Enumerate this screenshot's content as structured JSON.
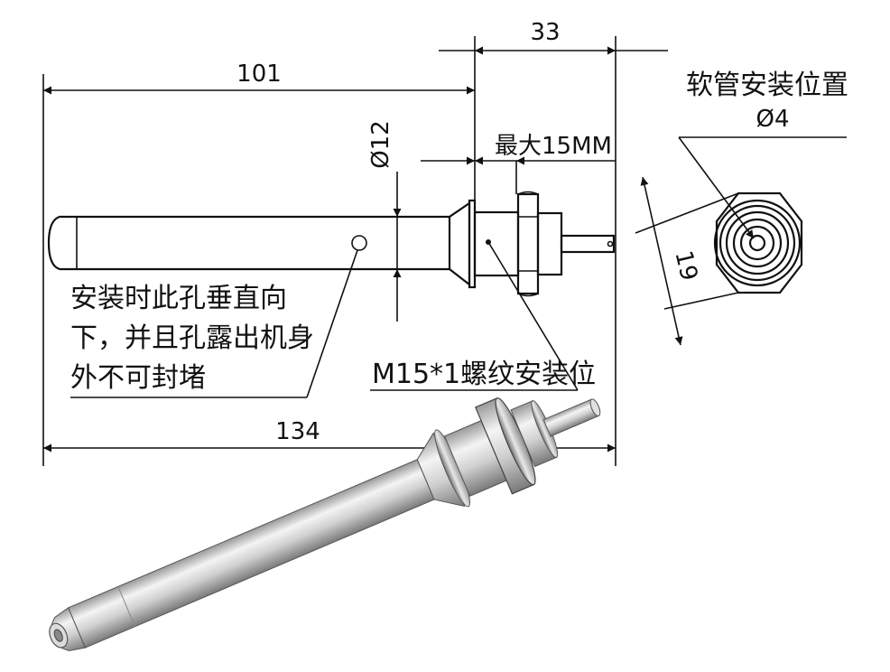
{
  "dimensions": {
    "overall_length": "134",
    "probe_length": "101",
    "fitting_length": "33",
    "probe_diameter": "Ø12",
    "max_thread": "最大15MM",
    "flat_width": "19",
    "hose_diameter": "Ø4"
  },
  "labels": {
    "hose_position": "软管安装位置",
    "hole_note_line1": "安装时此孔垂直向",
    "hole_note_line2": "下，并且孔露出机身",
    "hole_note_line3": "外不可封堵",
    "thread_note": "M15*1螺纹安装位"
  }
}
